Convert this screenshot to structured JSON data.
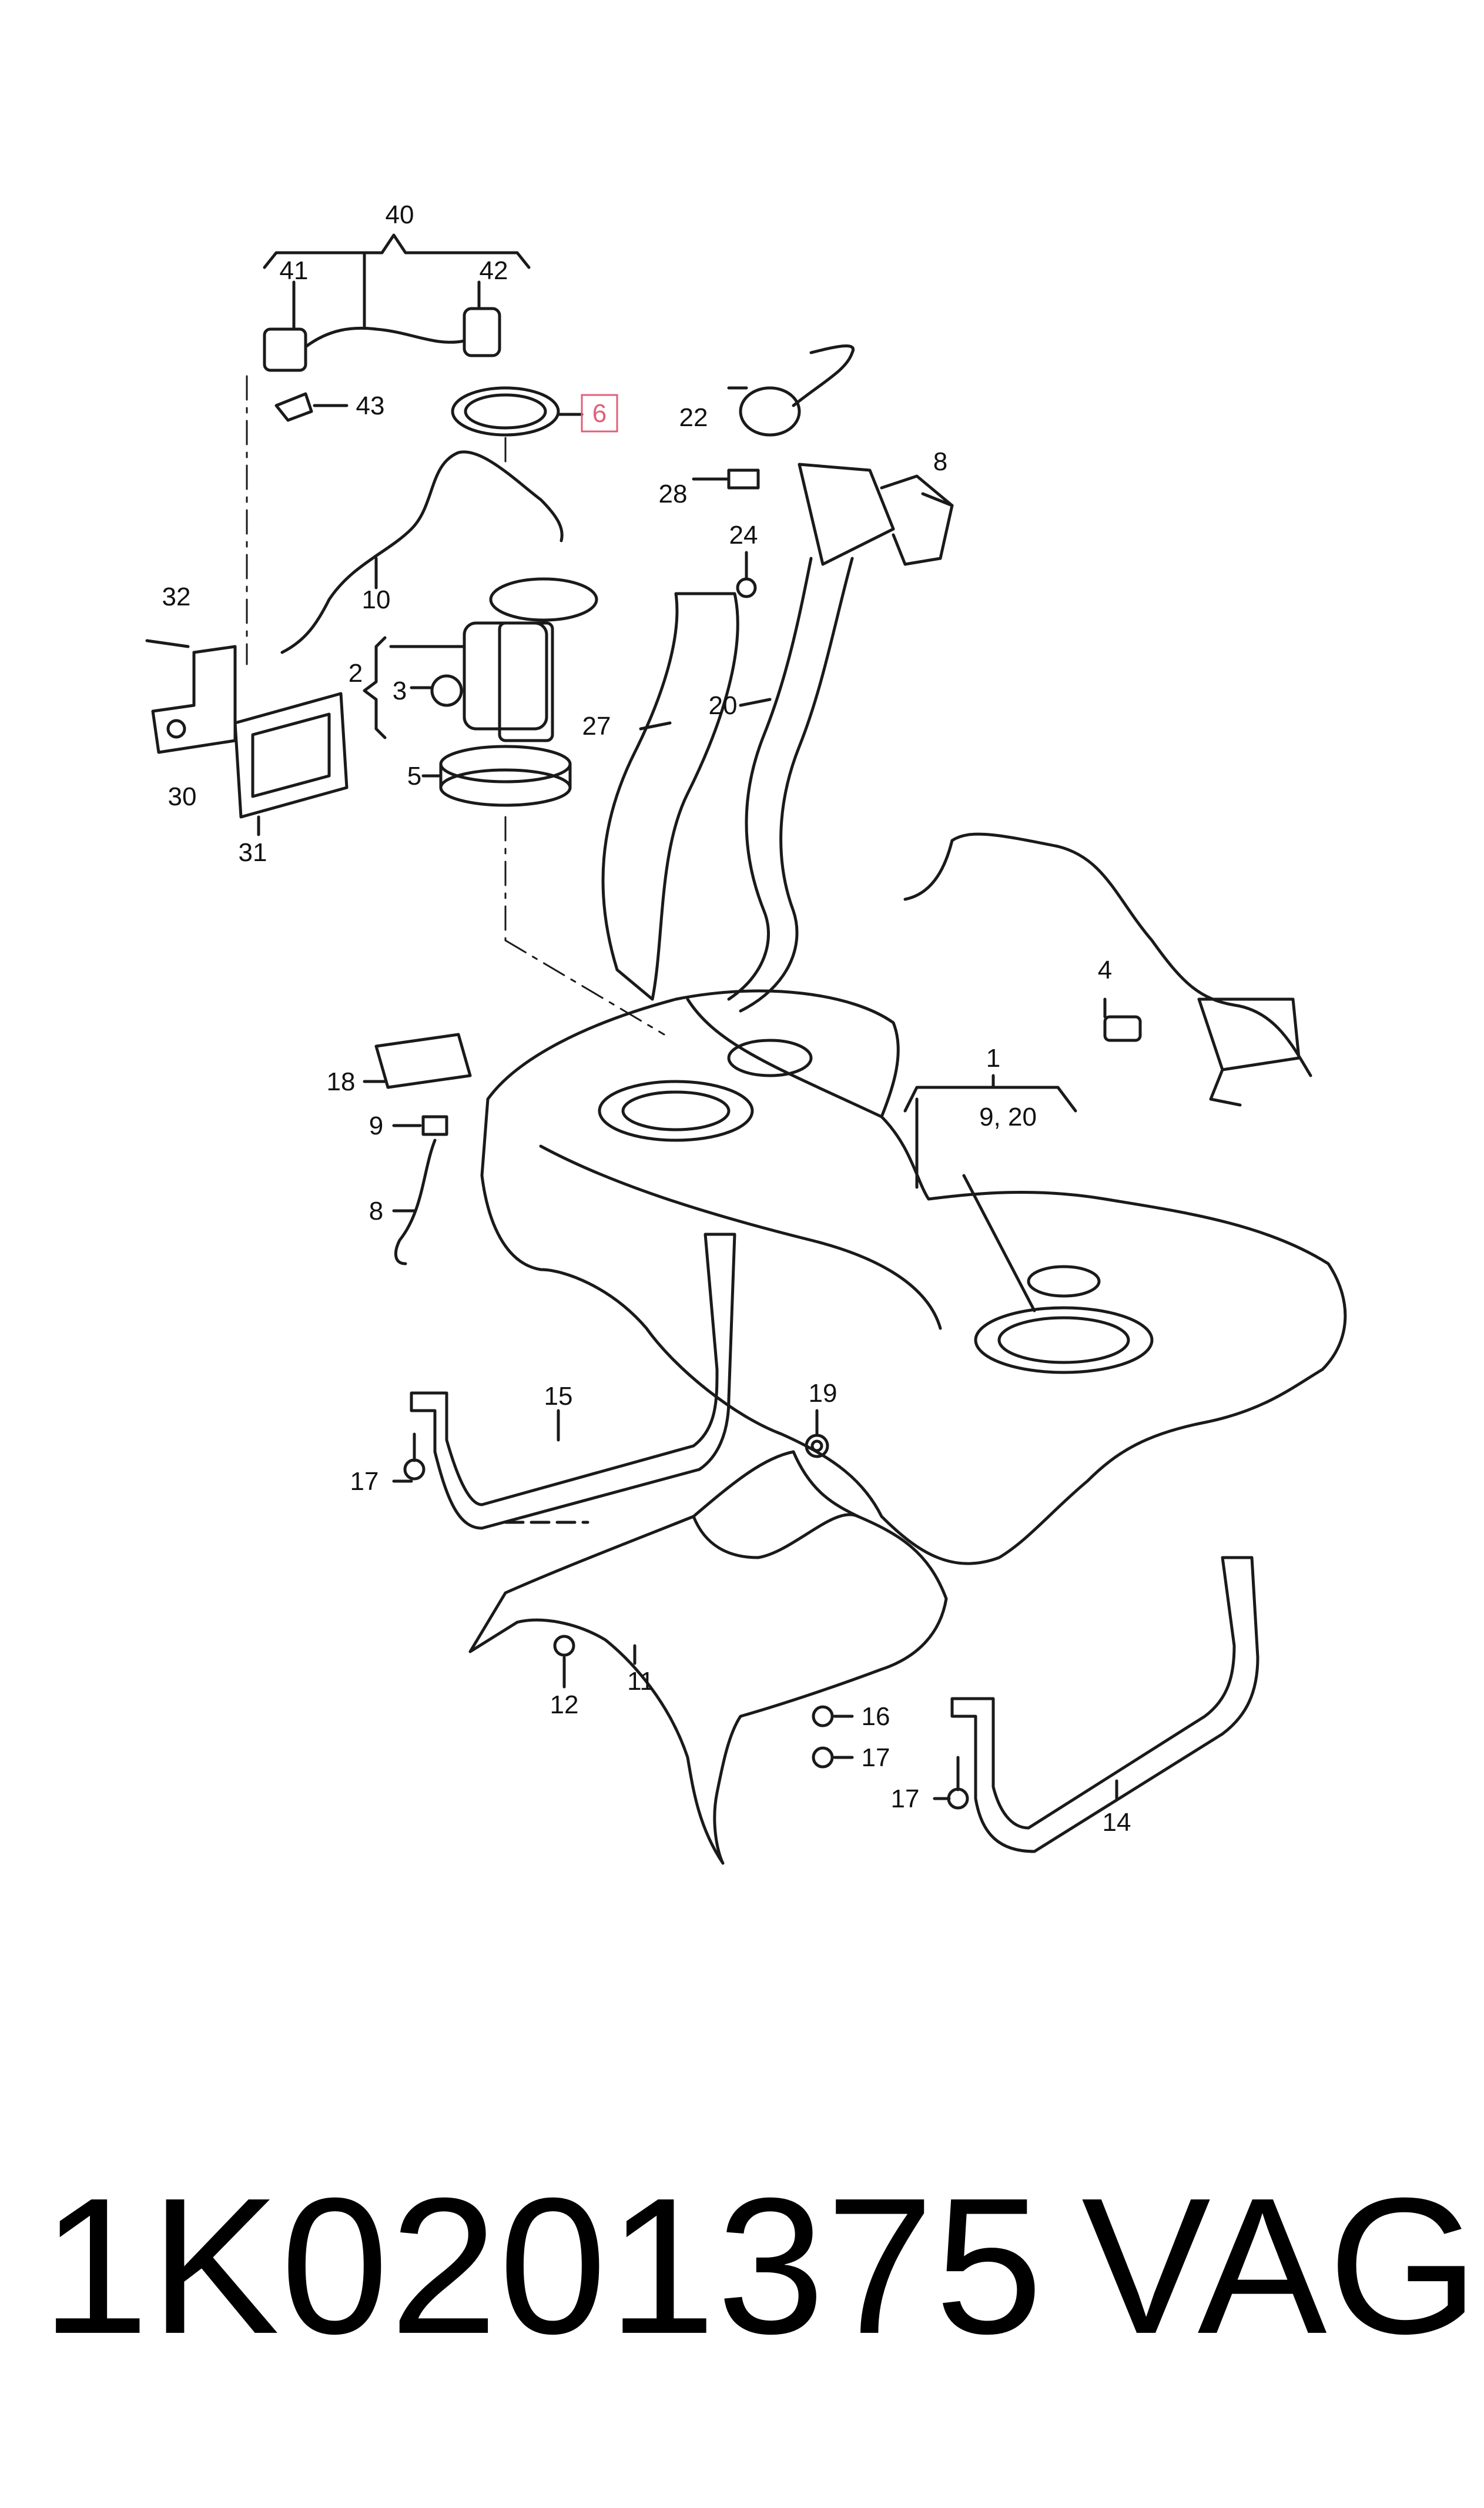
{
  "diagram": {
    "callouts": [
      {
        "id": "40",
        "text": "40"
      },
      {
        "id": "41",
        "text": "41"
      },
      {
        "id": "42",
        "text": "42"
      },
      {
        "id": "43",
        "text": "43"
      },
      {
        "id": "6",
        "text": "6",
        "highlighted": true
      },
      {
        "id": "22",
        "text": "22"
      },
      {
        "id": "8a",
        "text": "8"
      },
      {
        "id": "28",
        "text": "28"
      },
      {
        "id": "24",
        "text": "24"
      },
      {
        "id": "32",
        "text": "32"
      },
      {
        "id": "10",
        "text": "10"
      },
      {
        "id": "2",
        "text": "2"
      },
      {
        "id": "3",
        "text": "3"
      },
      {
        "id": "20a",
        "text": "20"
      },
      {
        "id": "27",
        "text": "27"
      },
      {
        "id": "30",
        "text": "30"
      },
      {
        "id": "5",
        "text": "5"
      },
      {
        "id": "31",
        "text": "31"
      },
      {
        "id": "4",
        "text": "4"
      },
      {
        "id": "1",
        "text": "1"
      },
      {
        "id": "18",
        "text": "18"
      },
      {
        "id": "920",
        "text": "9, 20"
      },
      {
        "id": "9",
        "text": "9"
      },
      {
        "id": "8b",
        "text": "8"
      },
      {
        "id": "15",
        "text": "15"
      },
      {
        "id": "19",
        "text": "19"
      },
      {
        "id": "17a",
        "text": "17"
      },
      {
        "id": "12",
        "text": "12"
      },
      {
        "id": "11",
        "text": "11"
      },
      {
        "id": "16",
        "text": "16"
      },
      {
        "id": "17b",
        "text": "17"
      },
      {
        "id": "17c",
        "text": "17"
      },
      {
        "id": "14",
        "text": "14"
      }
    ],
    "highlight_color": "#e0607a",
    "line_color": "#1a1a1a"
  },
  "footer": {
    "part_number": "1K0201375",
    "brand": "VAG"
  }
}
